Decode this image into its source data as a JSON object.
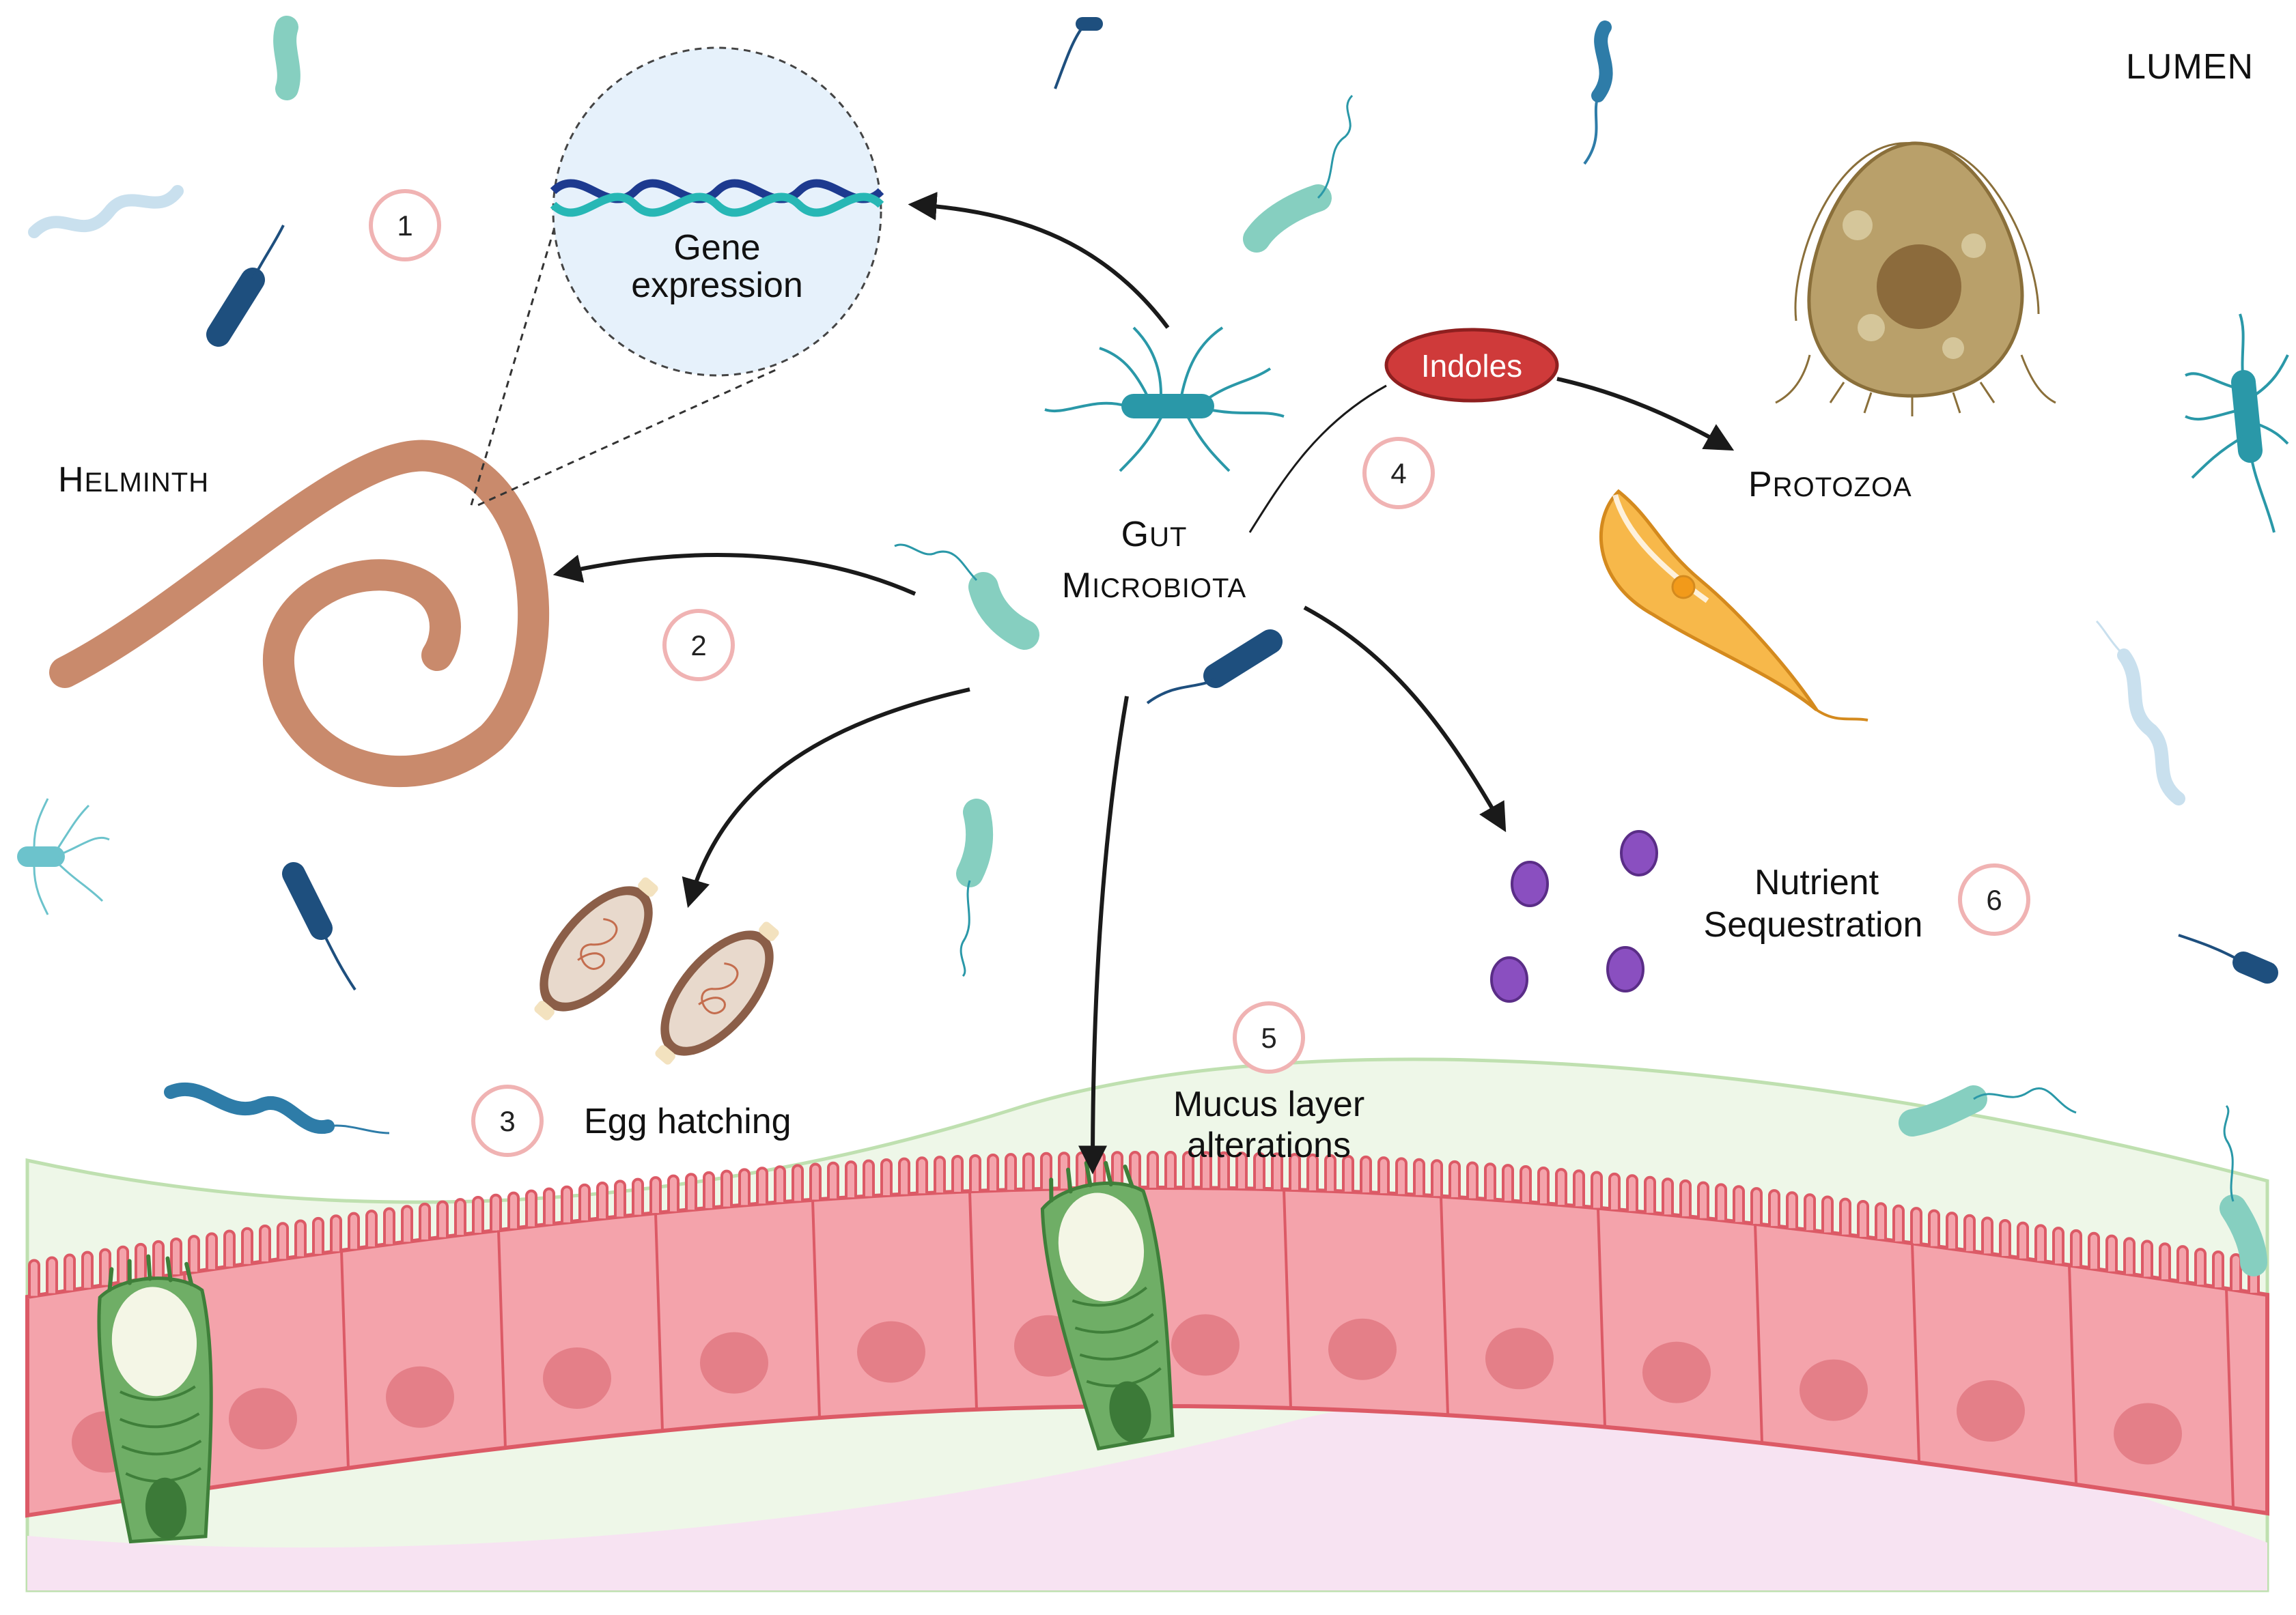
{
  "labels": {
    "lumen": "LUMEN",
    "helminth": {
      "initial": "H",
      "rest": "ELMINTH"
    },
    "protozoa": {
      "initial": "P",
      "rest": "ROTOZOA"
    },
    "gut_microbiota": {
      "line1": {
        "initial": "G",
        "rest": "UT"
      },
      "line2": {
        "initial": "M",
        "rest": "ICROBIOTA"
      }
    },
    "gene_expression": {
      "line1": "Gene",
      "line2": "expression"
    },
    "indoles": "Indoles",
    "egg_hatching": "Egg hatching",
    "nutrient_sequestration": {
      "line1": "Nutrient",
      "line2": "Sequestration"
    },
    "mucus_layer": {
      "line1": "Mucus layer",
      "line2": "alterations"
    }
  },
  "steps": [
    "1",
    "2",
    "3",
    "4",
    "5",
    "6"
  ],
  "colors": {
    "helminth": "#c98a6c",
    "epithelium": "#f4a3ab",
    "epithelium_outline": "#dc5a66",
    "nucleus": "#e47f88",
    "goblet": "#5e9e57",
    "mucus": "#eef7e8",
    "indoles": "#cf3a3a",
    "protozoa": "#b9a06a",
    "flagellate": "#f7b84a",
    "nutrient": "#8a4fc0",
    "bacteria_teal": "#2a98a8",
    "bacteria_navy": "#1e4f7e",
    "bacteria_mint": "#86cfc0",
    "step_circle": "#f0b3b3",
    "gene_bubble": "#e6f1fb"
  }
}
